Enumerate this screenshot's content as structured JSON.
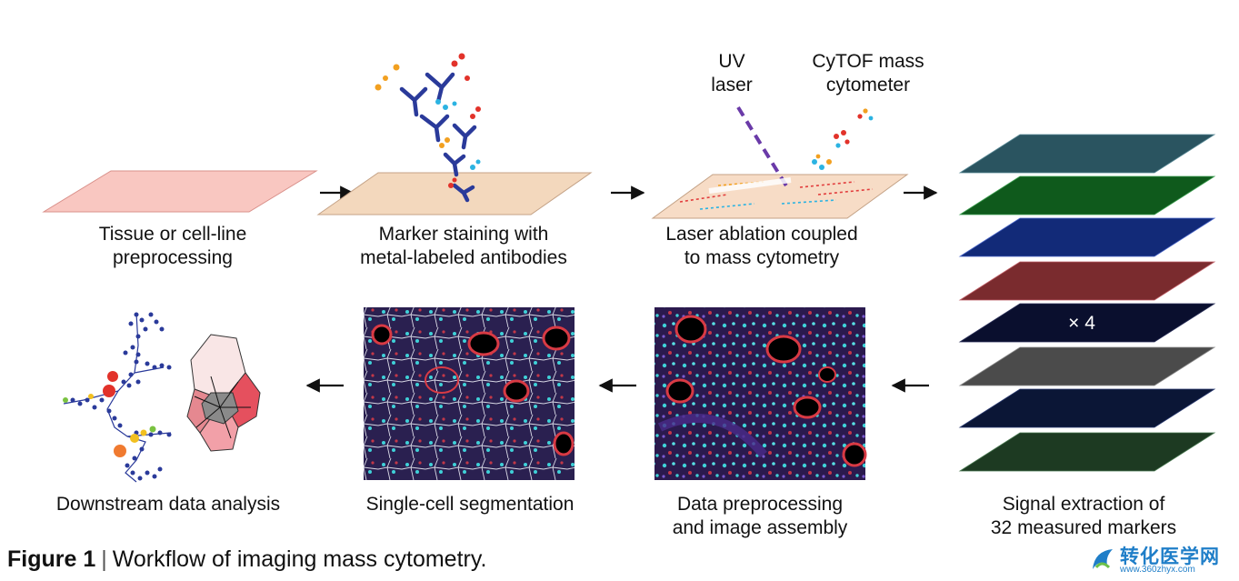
{
  "steps": [
    {
      "line1": "Tissue or cell-line",
      "line2": "preprocessing"
    },
    {
      "line1": "Marker staining with",
      "line2": "metal-labeled antibodies"
    },
    {
      "line1": "Laser ablation coupled",
      "line2": "to mass cytometry"
    },
    {
      "line1": "Signal extraction of",
      "line2": "32 measured  markers"
    },
    {
      "line1": "Data preprocessing",
      "line2": "and image assembly"
    },
    {
      "line1": "Single-cell segmentation",
      "line2": ""
    },
    {
      "line1": "Downstream data analysis",
      "line2": ""
    }
  ],
  "uv_laser": {
    "line1": "UV",
    "line2": "laser"
  },
  "cytof": {
    "line1": "CyTOF mass",
    "line2": "cytometer"
  },
  "stack_multiplier": "× 4",
  "caption": {
    "figure": "Figure 1",
    "text": "Workflow of imaging mass cytometry."
  },
  "watermark": {
    "name": "转化医学网",
    "url": "www.360zhyx.com"
  },
  "colors": {
    "tissue": "#f9c7c1",
    "stained": "#f3d8bd",
    "antibody": "#2a3a9a",
    "layers": [
      "#2a5460",
      "#0f5a1c",
      "#122a78",
      "#7a2b2e",
      "#0a0f2e",
      "#4b4b4b",
      "#0b1636",
      "#1d3a22"
    ]
  }
}
